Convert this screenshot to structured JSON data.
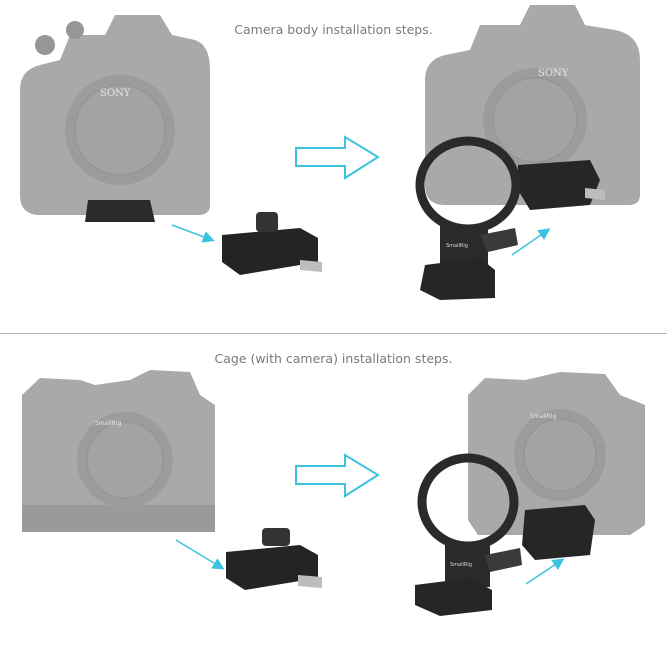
{
  "sections": [
    {
      "title": "Camera body  installation steps.",
      "camera_logo": "SONY",
      "mount_logo": "SmallRig"
    },
    {
      "title": "Cage (with camera) installation steps.",
      "cage_logo": "SmallRig",
      "mount_logo": "SmallRig"
    }
  ],
  "colors": {
    "arrow": "#3cc3e0",
    "camera": "#a9a9a9",
    "mount": "#2a2a2a",
    "divider": "#b5b5b5",
    "title": "#7a7a7a"
  }
}
